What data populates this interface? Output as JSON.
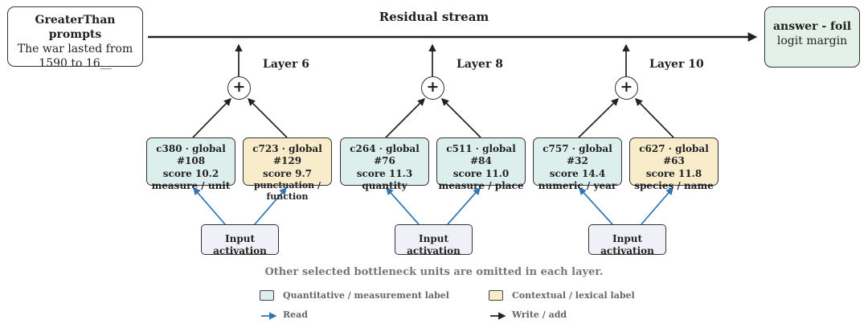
{
  "stream": {
    "title": "Residual stream"
  },
  "source": {
    "title": "GreaterThan prompts",
    "line1": "The war lasted from",
    "line2": "1590 to 16__"
  },
  "output": {
    "title": "answer - foil",
    "subtitle": "logit margin"
  },
  "plus_symbol": "+",
  "layers": [
    {
      "label": "Layer 6",
      "units": [
        {
          "line1": "c380 · global #108",
          "line2": "score 10.2",
          "line3": "measure / unit",
          "kind": "quantitative"
        },
        {
          "line1": "c723 · global #129",
          "line2": "score 9.7",
          "line3": "punctuation / function",
          "kind": "contextual"
        }
      ],
      "input": "Input activation"
    },
    {
      "label": "Layer 8",
      "units": [
        {
          "line1": "c264 · global #76",
          "line2": "score 11.3",
          "line3": "quantity",
          "kind": "quantitative"
        },
        {
          "line1": "c511 · global #84",
          "line2": "score 11.0",
          "line3": "measure / place",
          "kind": "quantitative"
        }
      ],
      "input": "Input activation"
    },
    {
      "label": "Layer 10",
      "units": [
        {
          "line1": "c757 · global #32",
          "line2": "score 14.4",
          "line3": "numeric / year",
          "kind": "quantitative"
        },
        {
          "line1": "c627 · global #63",
          "line2": "score 11.8",
          "line3": "species / name",
          "kind": "contextual"
        }
      ],
      "input": "Input activation"
    }
  ],
  "note": "Other selected bottleneck units are omitted in each layer.",
  "legend": {
    "quantitative": "Quantitative / measurement label",
    "contextual": "Contextual / lexical label",
    "read": "Read",
    "write": "Write / add"
  },
  "colors": {
    "quantitative_fill": "#dcefed",
    "contextual_fill": "#f8ecca",
    "output_fill": "#e3f1ea",
    "input_fill": "#f0f1f8",
    "read_arrow": "#2e75b6",
    "write_arrow": "#222222"
  }
}
